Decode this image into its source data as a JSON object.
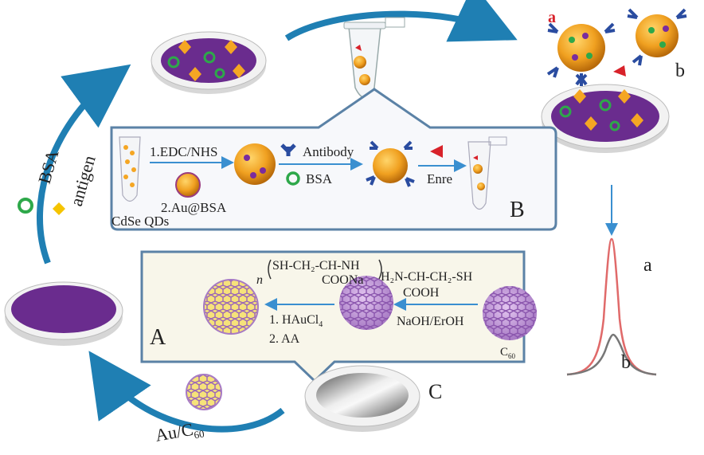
{
  "panel_a": {
    "letter": "A",
    "reactant": "C",
    "reactant_sub": "60",
    "reagent_formula_top": "H₂N-CH-CH₂-SH",
    "reagent_formula_bottom": "COOH",
    "reagent_conditions": "NaOH/ErOH",
    "polymer_prefix": "n",
    "polymer_top": "SH-CH₂-CH-NH",
    "polymer_bottom": "COONa",
    "step1": "1. HAuCl",
    "step1_sub": "4",
    "step2": "2. AA"
  },
  "panel_b": {
    "letter": "B",
    "cdse_label": "CdSe QDs",
    "step1": "1.EDC/NHS",
    "step2": "2.Au@BSA",
    "antibody_label": "Antibody",
    "bsa_label": "BSA",
    "enre_label": "Enre"
  },
  "cycle": {
    "electrode_label": "C",
    "au_c60_label": "Au/C",
    "au_c60_sub": "60",
    "bsa_label": "BSA",
    "antigen_label": "antigen"
  },
  "signal": {
    "label_a": "a",
    "label_b": "b",
    "colors": {
      "a": "#e06a6a",
      "b": "#777777"
    }
  },
  "probe_labels": {
    "a": "a",
    "b": "b"
  },
  "colors": {
    "arrow": "#1f7fb3",
    "panel_border": "#5b82a6",
    "panel_fill": "#f7f8fb",
    "panel_a_fill": "#f8f6ea",
    "purple": "#6a2c8e",
    "disk_white": "#f2f2f2",
    "gold": "#f5a623",
    "antibody": "#2a4ca0",
    "bsa_green": "#2ea84a",
    "enre_red": "#d8222a"
  }
}
